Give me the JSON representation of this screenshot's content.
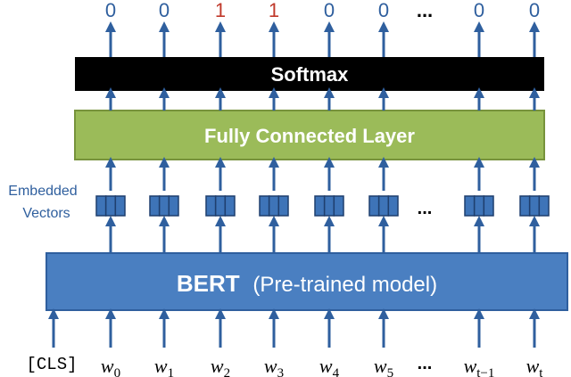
{
  "colors": {
    "arrow": "#2f5f9e",
    "softmax_bg": "#000000",
    "softmax_text": "#ffffff",
    "fc_bg": "#9bbb59",
    "fc_border": "#77933c",
    "bert_bg": "#4a7fc1",
    "bert_border": "#2f5f9e",
    "embed_fill": "#3e74b8",
    "embed_border": "#1f3f6e",
    "label_blue": "#2f5f9e",
    "output_normal": "#2f5f9e",
    "output_highlight": "#c0392b"
  },
  "outputs": [
    "0",
    "0",
    "1",
    "1",
    "0",
    "0",
    "...",
    "0",
    "0"
  ],
  "output_highlight_flags": [
    false,
    false,
    true,
    true,
    false,
    false,
    false,
    false,
    false
  ],
  "softmax": {
    "label": "Softmax"
  },
  "fully_connected": {
    "label": "Fully Connected Layer"
  },
  "embedded": {
    "label_line1": "Embedded",
    "label_line2": "Vectors",
    "ellipsis": "..."
  },
  "bert": {
    "title": "BERT",
    "subtitle": "(Pre-trained model)"
  },
  "inputs": {
    "cls": "[CLS]",
    "tokens": [
      {
        "base": "w",
        "sub": "0"
      },
      {
        "base": "w",
        "sub": "1"
      },
      {
        "base": "w",
        "sub": "2"
      },
      {
        "base": "w",
        "sub": "3"
      },
      {
        "base": "w",
        "sub": "4"
      },
      {
        "base": "w",
        "sub": "5"
      },
      {
        "base": "...",
        "sub": ""
      },
      {
        "base": "w",
        "sub": "t−1"
      },
      {
        "base": "w",
        "sub": "t"
      }
    ]
  }
}
